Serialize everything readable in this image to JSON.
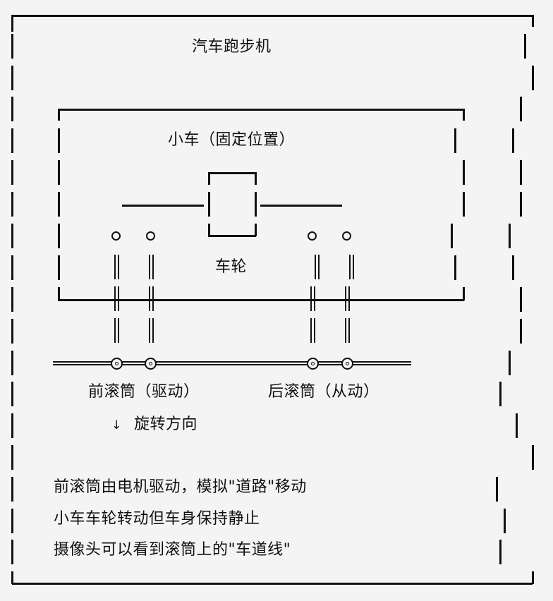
{
  "title": "汽车跑步机",
  "car": {
    "label": "小车（固定位置）",
    "wheels_label": "车轮"
  },
  "rollers": {
    "front_label": "前滚筒（驱动）",
    "rear_label": "后滚筒（从动）",
    "rotation_arrow": "↓",
    "rotation_label": "旋转方向"
  },
  "notes": [
    "前滚筒由电机驱动，模拟\"道路\"移动",
    "小车车轮转动但车身保持静止",
    "摄像头可以看到滚筒上的\"车道线\""
  ],
  "colors": {
    "background": "#f4f4f4",
    "stroke": "#111111"
  }
}
